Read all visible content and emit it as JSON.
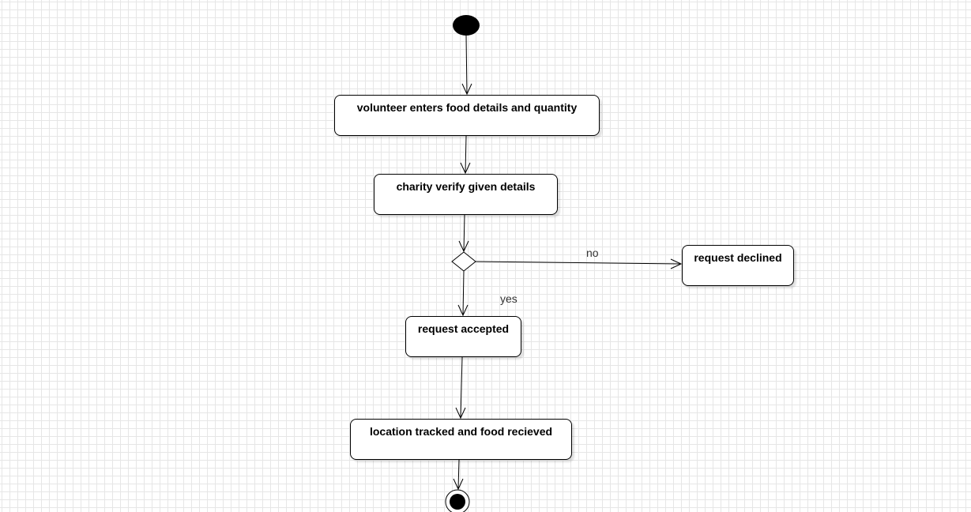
{
  "nodes": {
    "act1": "volunteer enters food details and quantity",
    "act2": "charity verify given details",
    "declined": "request declined",
    "accepted": "request accepted",
    "act5": "location tracked and food recieved"
  },
  "edges": {
    "no_label": "no",
    "yes_label": "yes"
  }
}
